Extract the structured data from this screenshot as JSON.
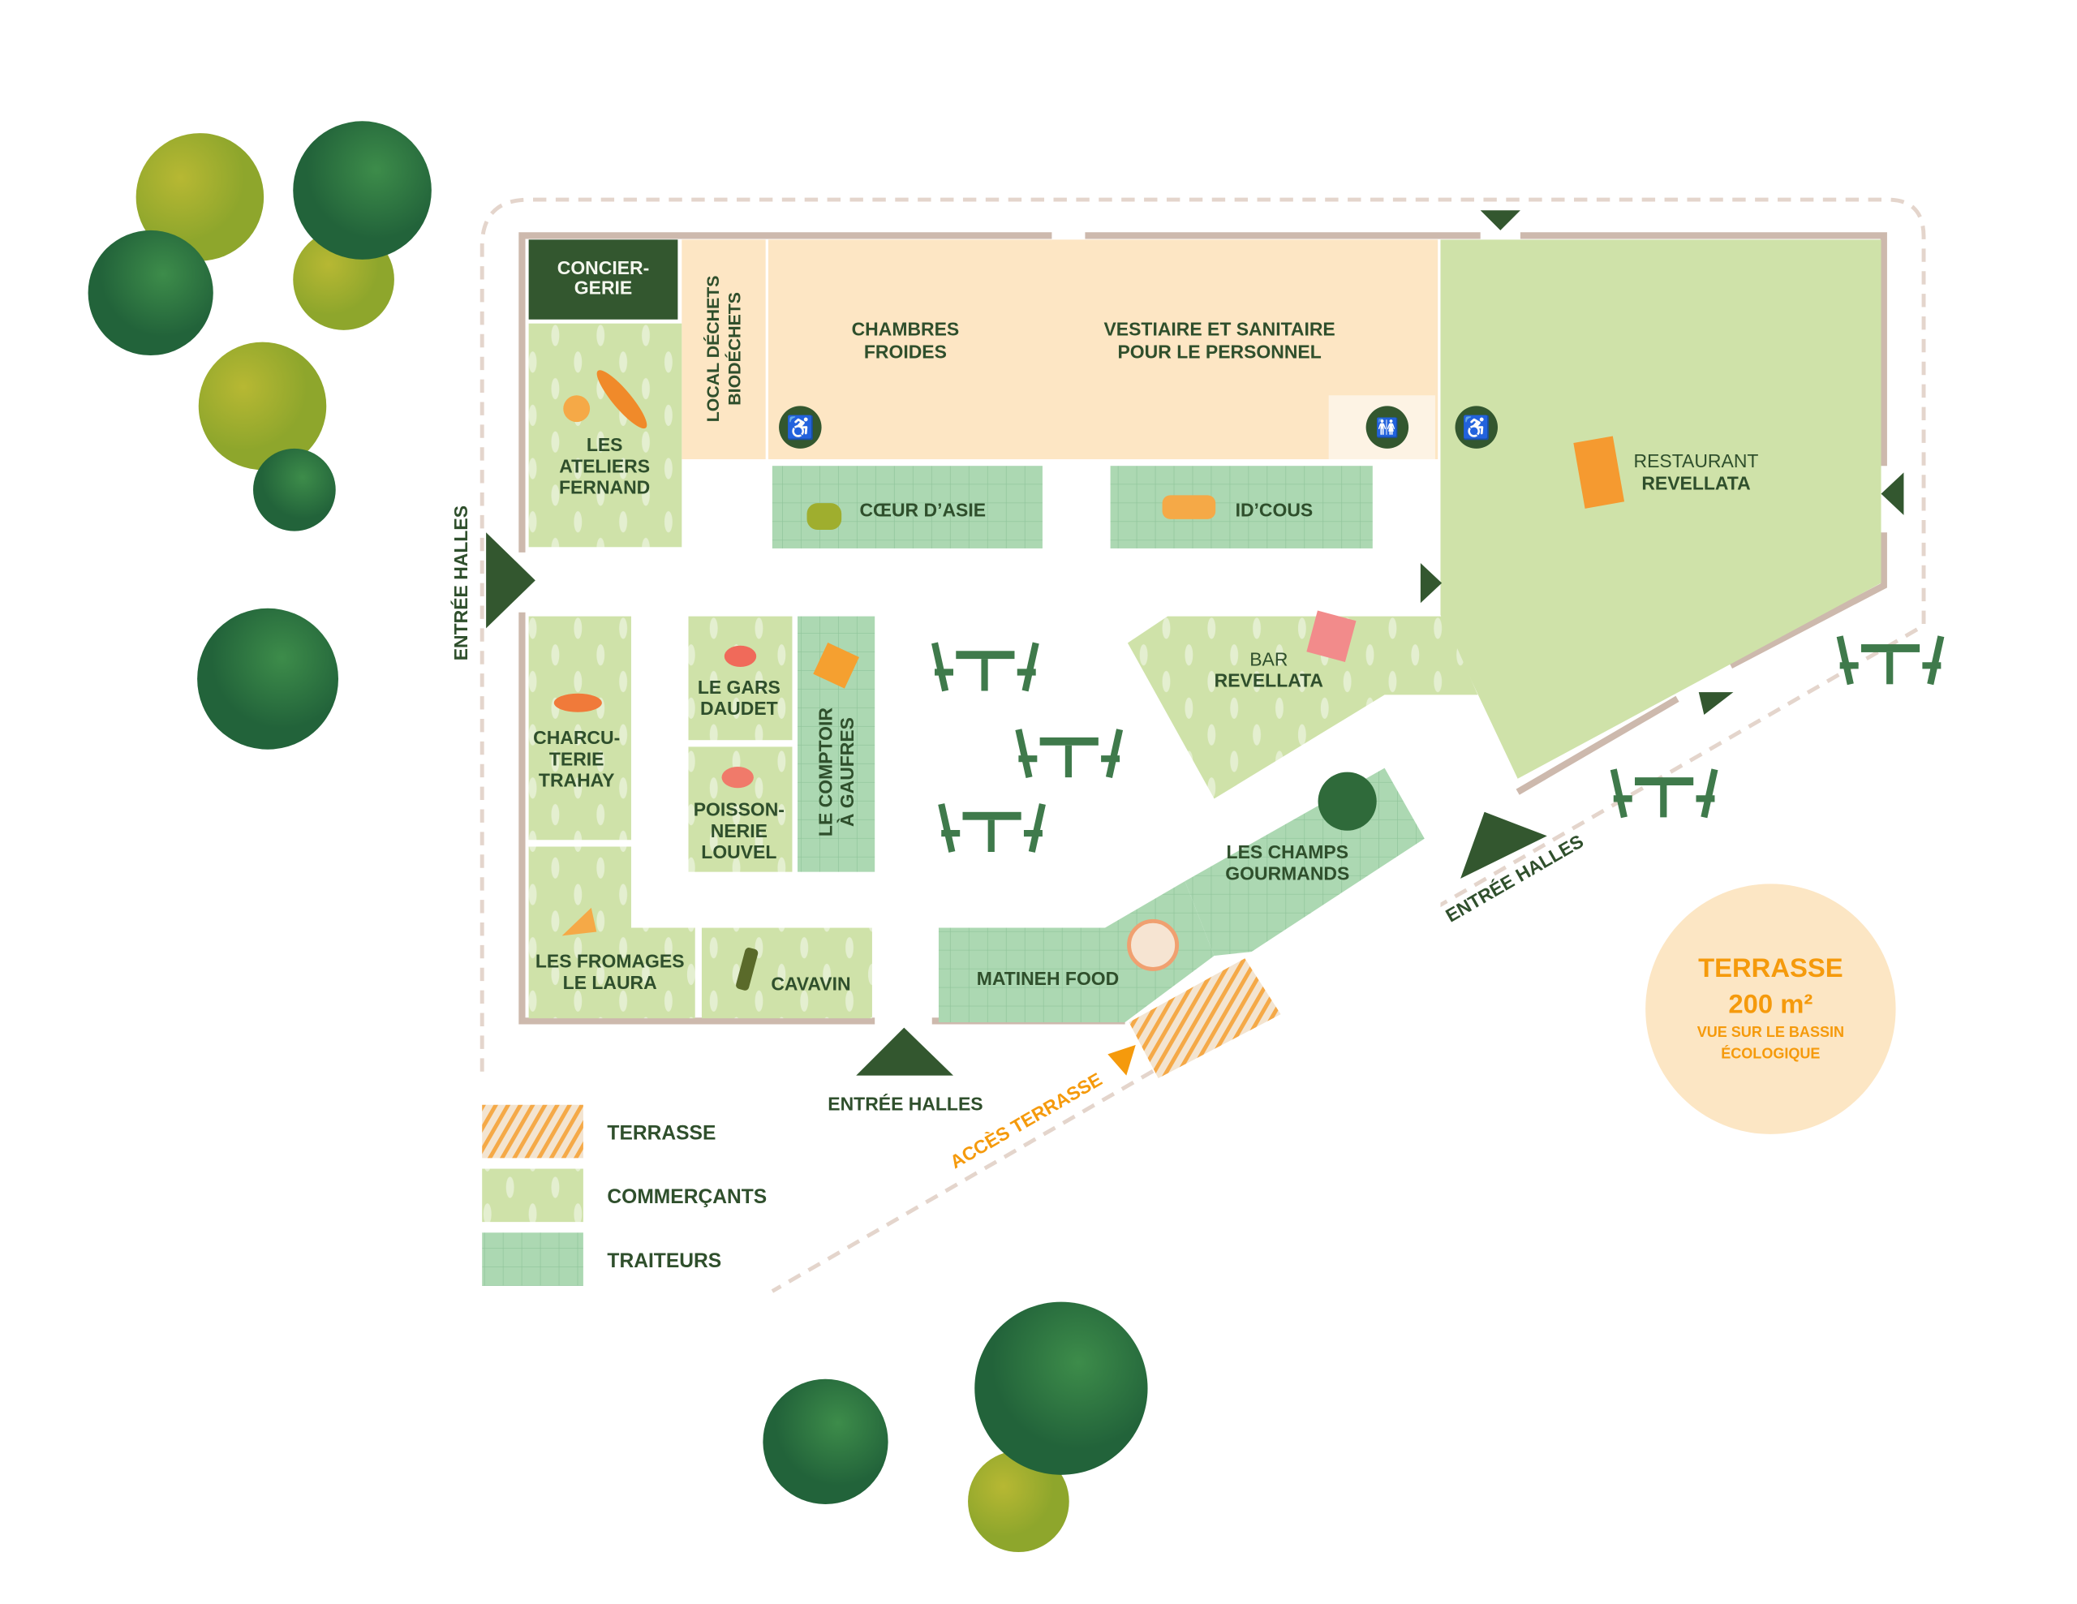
{
  "colors": {
    "dark_green": "#33572f",
    "commercant": "#cfe2a9",
    "traiteur": "#acd8b2",
    "service": "#fde6c4",
    "terrasse_orange": "#f59a0c",
    "terrasse_circle": "#fce6c4",
    "wall": "#cdb9ad"
  },
  "rooms": {
    "conciergerie": [
      "CONCIER-",
      "GERIE"
    ],
    "local_dechets": [
      "LOCAL DÉCHETS",
      "BIODÉCHETS"
    ],
    "chambres_froides": [
      "CHAMBRES",
      "FROIDES"
    ],
    "vestiaire": [
      "VESTIAIRE ET SANITAIRE",
      "POUR LE PERSONNEL"
    ],
    "restaurant": [
      "RESTAURANT",
      "REVELLATA"
    ]
  },
  "shops": {
    "ateliers_fernand": [
      "LES",
      "ATELIERS",
      "FERNAND"
    ],
    "coeur_asie": "CŒUR D’ASIE",
    "idcous": "ID’COUS",
    "charcuterie": [
      "CHARCU-",
      "TERIE",
      "TRAHAY"
    ],
    "gars_daudet": [
      "LE GARS",
      "DAUDET"
    ],
    "poissonnerie": [
      "POISSON-",
      "NERIE",
      "LOUVEL"
    ],
    "comptoir_gaufres": [
      "LE COMPTOIR",
      "À GAUFRES"
    ],
    "bar": [
      "BAR",
      "REVELLATA"
    ],
    "champs_gourmands": [
      "LES CHAMPS",
      "GOURMANDS"
    ],
    "matineh": "MATINEH FOOD",
    "fromages": [
      "LES FROMAGES",
      "LE LAURA"
    ],
    "cavavin": "CAVAVIN"
  },
  "entrances": {
    "left": "ENTRÉE HALLES",
    "bottom": "ENTRÉE HALLES",
    "diagonal": "ENTRÉE HALLES",
    "terrace_access": "ACCÈS TERRASSE"
  },
  "terrasse_info": {
    "title": "TERRASSE",
    "area": "200 m²",
    "line1": "VUE SUR LE BASSIN",
    "line2": "ÉCOLOGIQUE"
  },
  "legend": [
    {
      "label": "TERRASSE",
      "icon": "hatch-swatch"
    },
    {
      "label": "COMMERÇANTS",
      "icon": "leaf-pattern-swatch"
    },
    {
      "label": "TRAITEURS",
      "icon": "grid-swatch"
    }
  ]
}
